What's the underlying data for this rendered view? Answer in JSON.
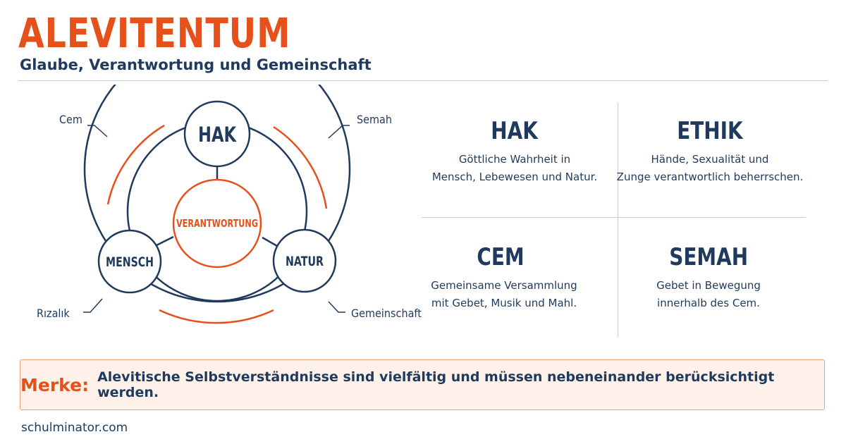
{
  "header": {
    "title": "ALEVITENTUM",
    "subtitle": "Glaube, Verantwortung und Gemeinschaft"
  },
  "diagram": {
    "nodes": {
      "top": "HAK",
      "center": "VERANTWORTUNG",
      "left": "MENSCH",
      "right": "NATUR"
    },
    "annotations": {
      "top_left": "Cem",
      "top_right": "Semah",
      "bottom_left": "Rızalık",
      "bottom_right": "Gemeinschaft"
    }
  },
  "grid": {
    "cells": [
      {
        "heading": "HAK",
        "lines": [
          "Göttliche Wahrheit in",
          "Mensch, Lebewesen und Natur."
        ]
      },
      {
        "heading": "ETHIK",
        "lines": [
          "Hände, Sexualität und",
          "Zunge verantwortlich beherrschen."
        ]
      },
      {
        "heading": "CEM",
        "lines": [
          "Gemeinsame Versammlung",
          "mit Gebet, Musik und Mahl."
        ]
      },
      {
        "heading": "SEMAH",
        "lines": [
          "Gebet in Bewegung",
          "innerhalb des Cem."
        ]
      }
    ]
  },
  "note": {
    "label": "Merke:",
    "text": "Alevitische Selbstverständnisse sind vielfältig und müssen nebeneinander berücksichtigt werden."
  },
  "footer": {
    "source": "schulminator.com"
  },
  "colors": {
    "accent": "#e6501a",
    "navy": "#1f3a5c",
    "note_bg": "#fdf1ea"
  }
}
